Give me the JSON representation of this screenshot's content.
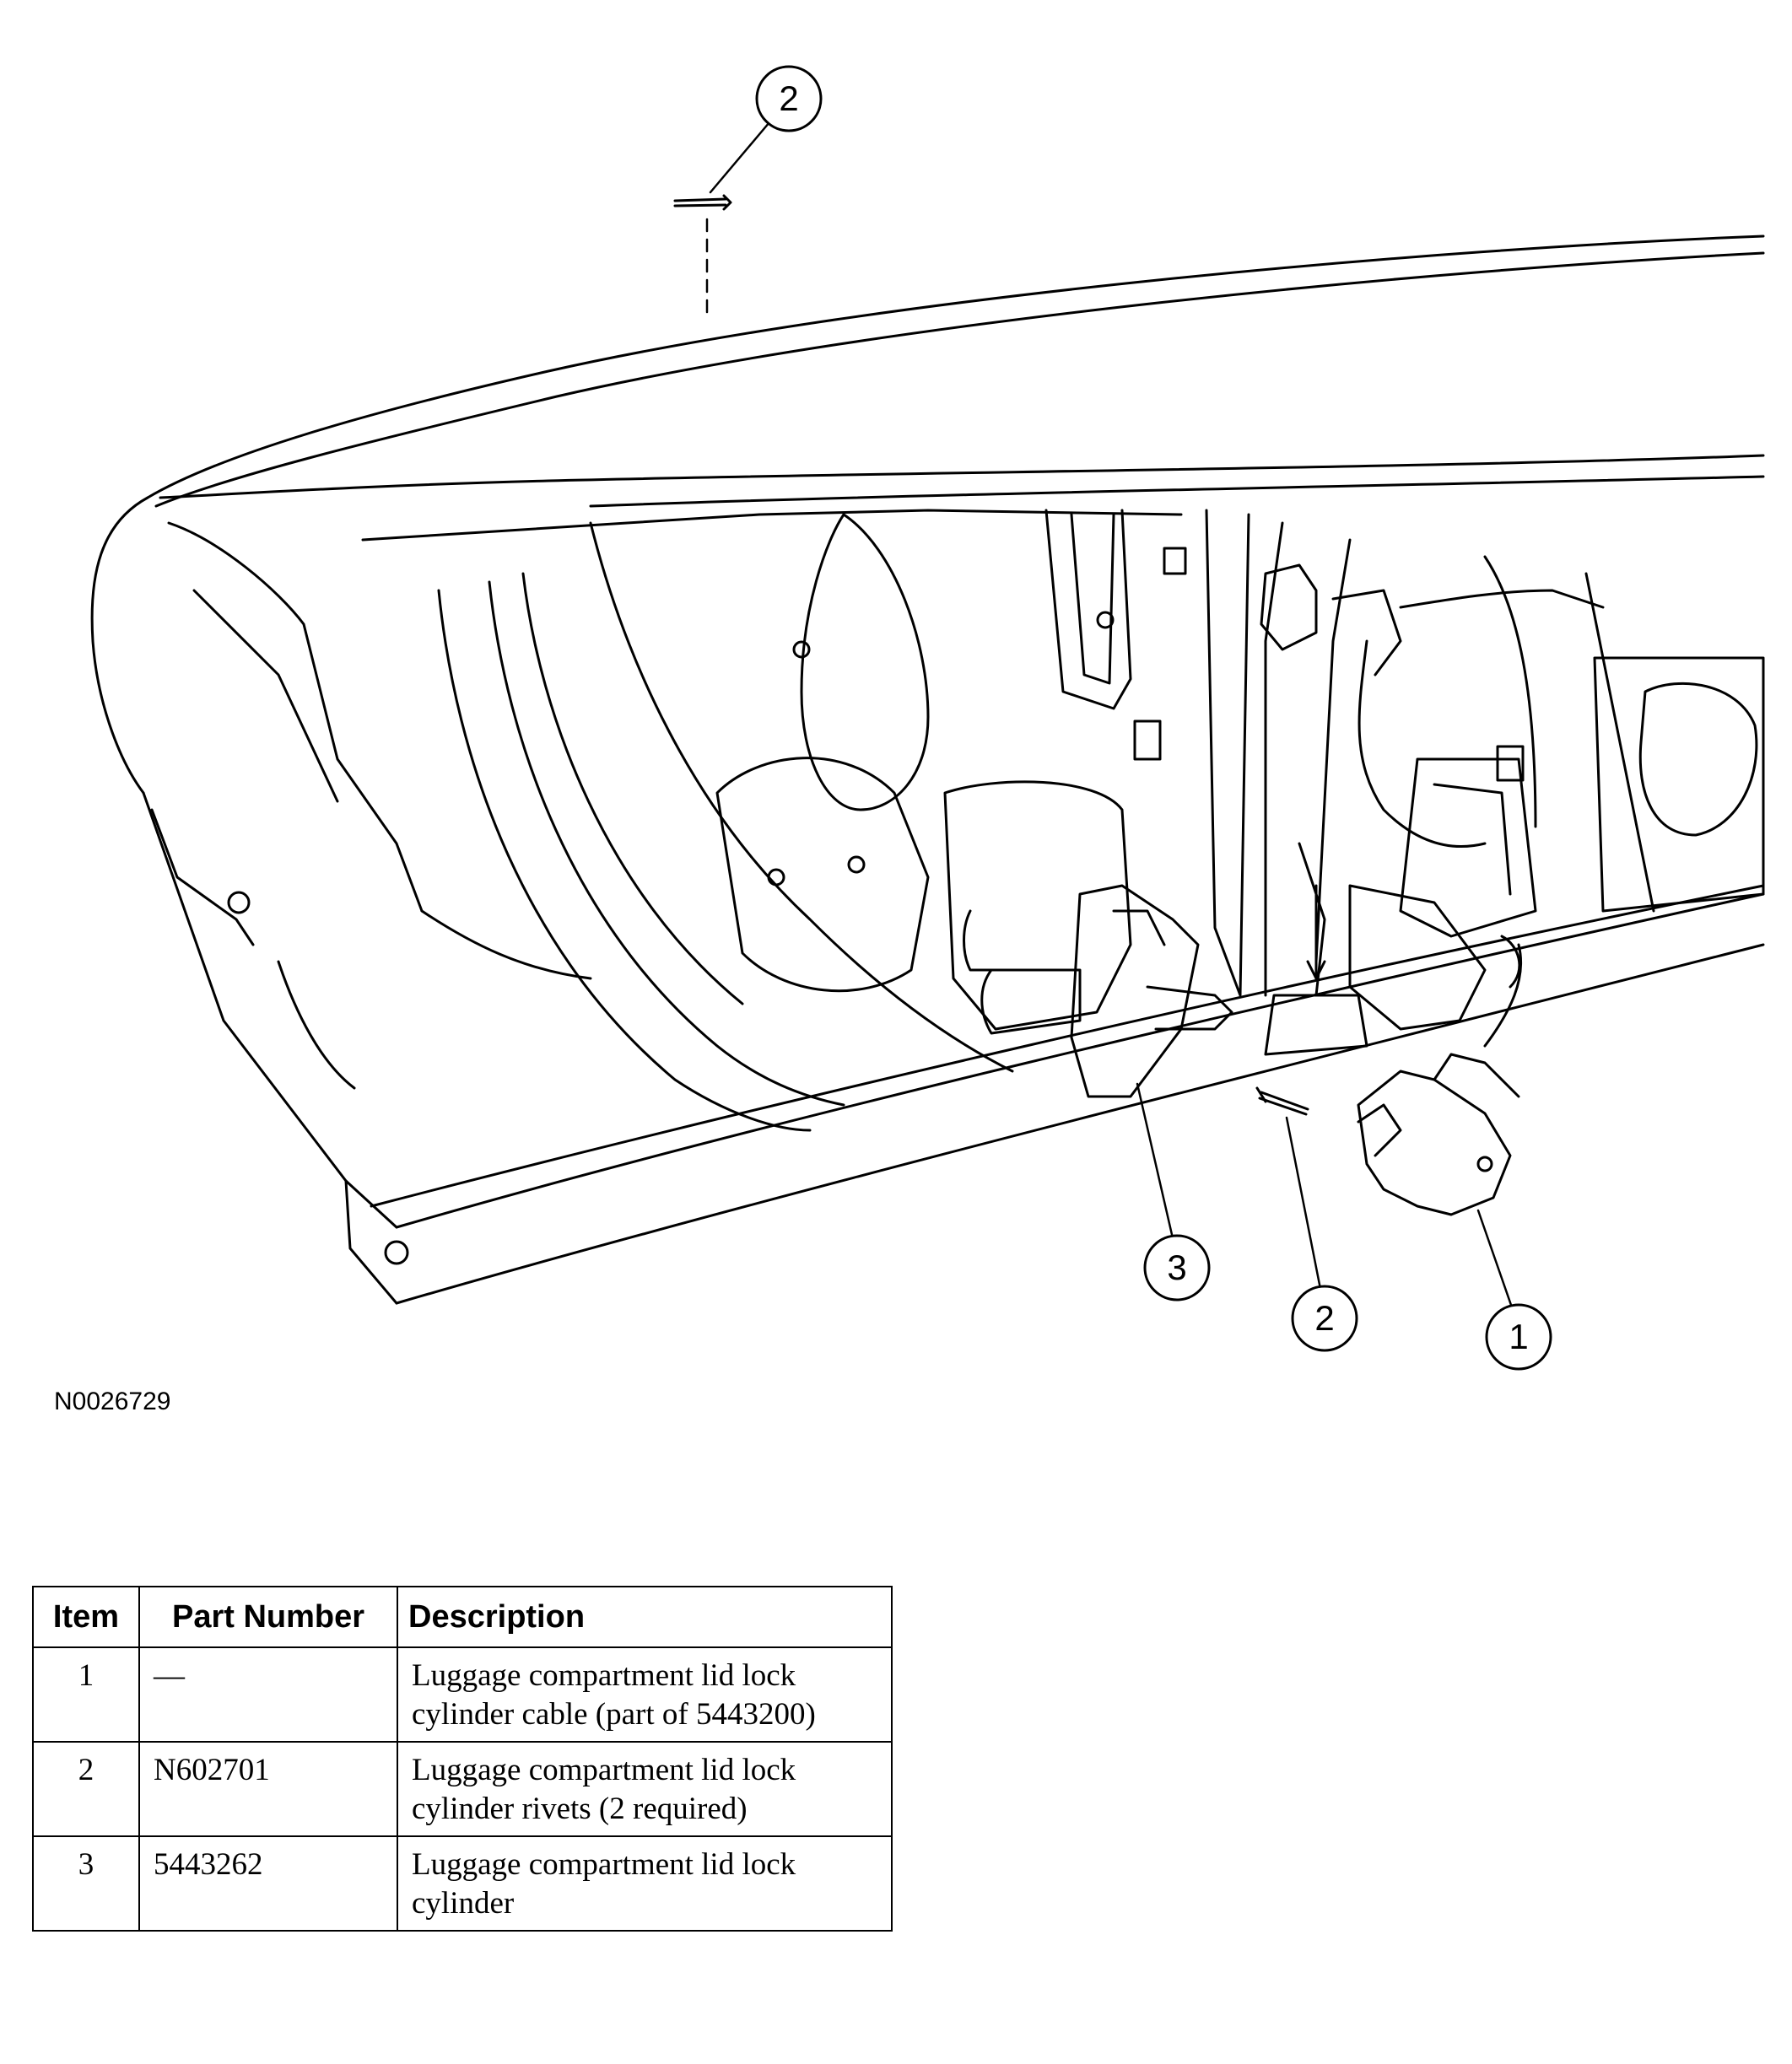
{
  "callouts": [
    {
      "id": "callout-2-top",
      "number": "2"
    },
    {
      "id": "callout-3",
      "number": "3"
    },
    {
      "id": "callout-2-bottom",
      "number": "2"
    },
    {
      "id": "callout-1",
      "number": "1"
    }
  ],
  "figure_id": "N0026729",
  "table": {
    "headers": {
      "item": "Item",
      "part_number": "Part Number",
      "description": "Description"
    },
    "rows": [
      {
        "item": "1",
        "part_number": "—",
        "description": "Luggage compartment lid lock cylinder cable (part of 5443200)"
      },
      {
        "item": "2",
        "part_number": "N602701",
        "description": "Luggage compartment lid lock cylinder rivets (2 required)"
      },
      {
        "item": "3",
        "part_number": "5443262",
        "description": "Luggage compartment lid lock cylinder"
      }
    ]
  }
}
